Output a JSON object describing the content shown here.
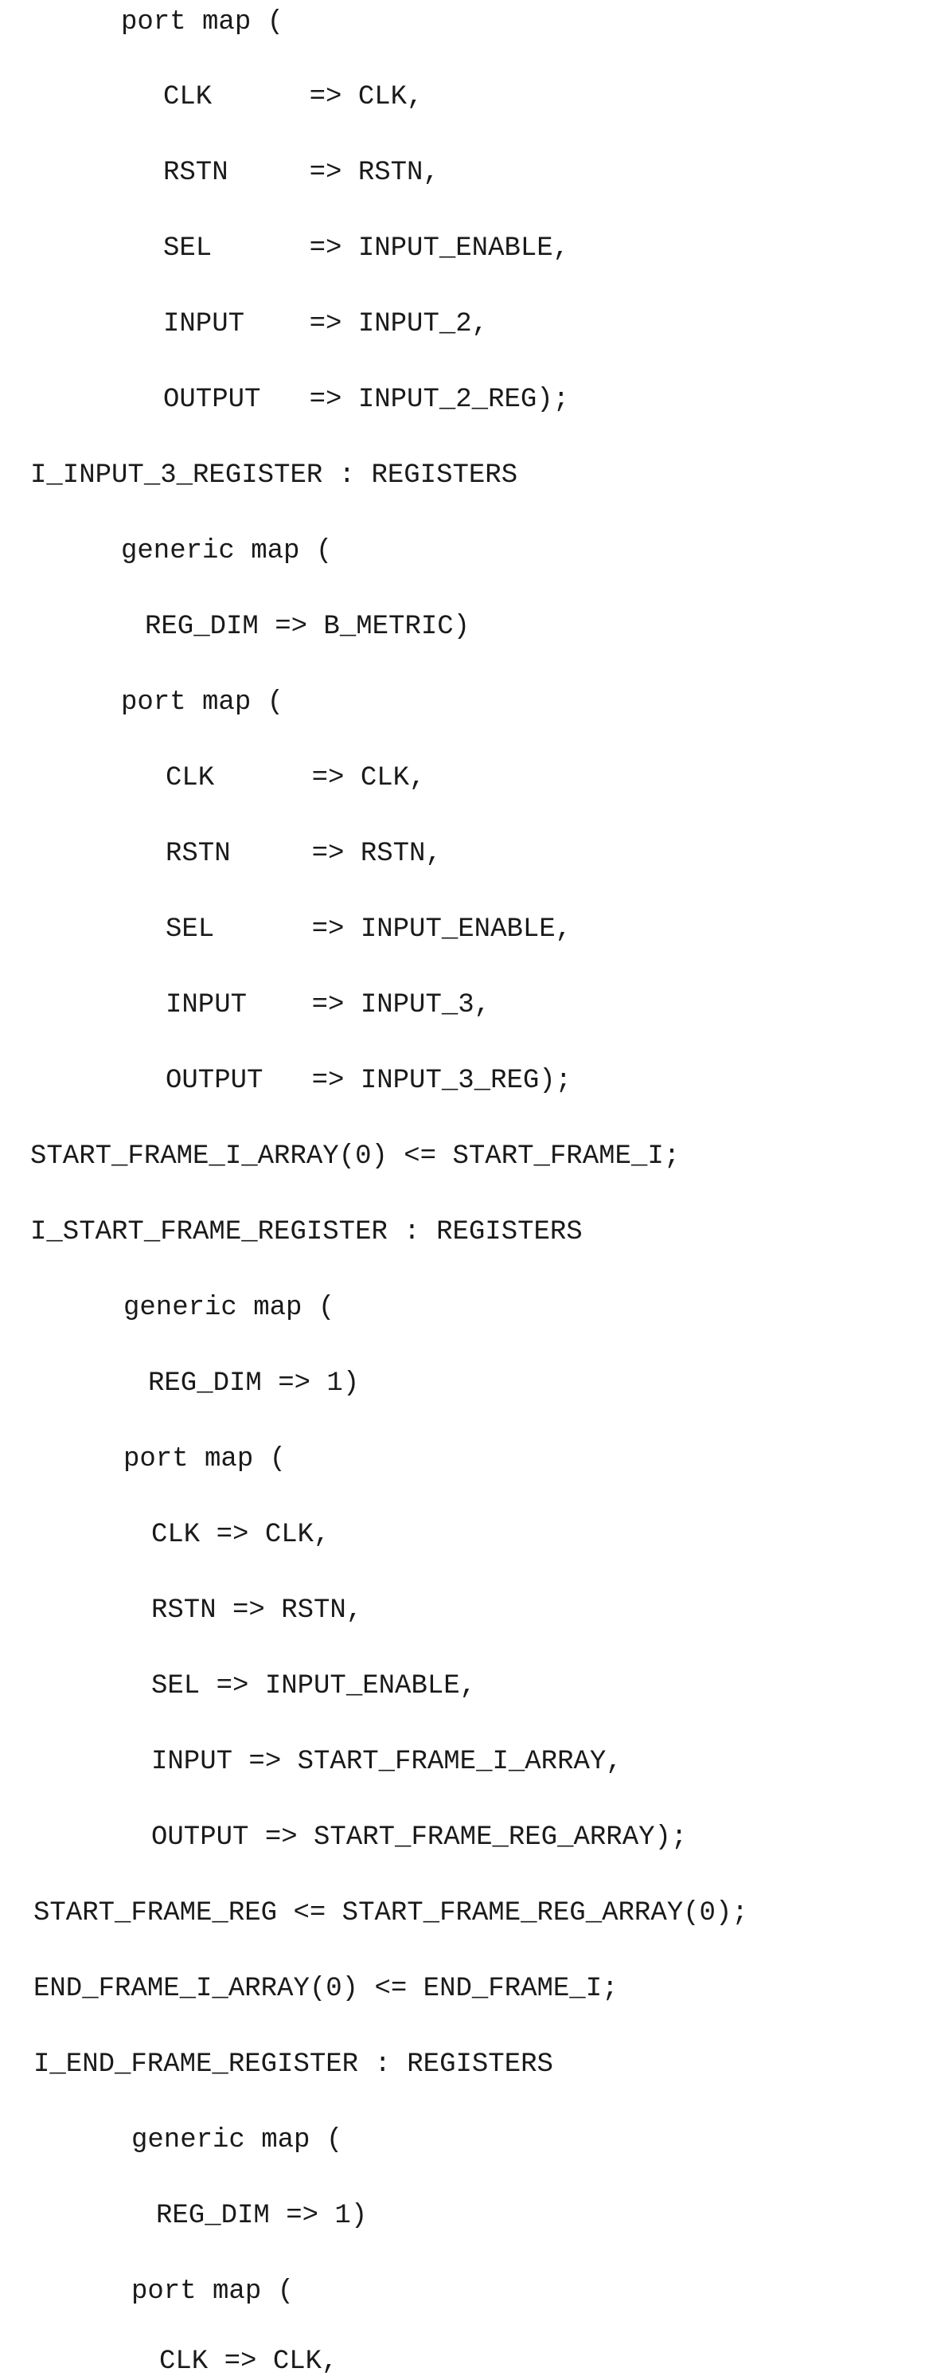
{
  "document": {
    "lines": [
      "port map (",
      "CLK      => CLK,",
      "RSTN     => RSTN,",
      "SEL      => INPUT_ENABLE,",
      "INPUT    => INPUT_2,",
      "OUTPUT   => INPUT_2_REG);",
      "I_INPUT_3_REGISTER : REGISTERS",
      "generic map (",
      "REG_DIM => B_METRIC)",
      "port map (",
      "CLK      => CLK,",
      "RSTN     => RSTN,",
      "SEL      => INPUT_ENABLE,",
      "INPUT    => INPUT_3,",
      "OUTPUT   => INPUT_3_REG);",
      "START_FRAME_I_ARRAY(0) <= START_FRAME_I;",
      "I_START_FRAME_REGISTER : REGISTERS",
      "generic map (",
      "REG_DIM => 1)",
      "port map (",
      "CLK => CLK,",
      "RSTN => RSTN,",
      "SEL => INPUT_ENABLE,",
      "INPUT => START_FRAME_I_ARRAY,",
      "OUTPUT => START_FRAME_REG_ARRAY);",
      "START_FRAME_REG <= START_FRAME_REG_ARRAY(0);",
      "END_FRAME_I_ARRAY(0) <= END_FRAME_I;",
      "I_END_FRAME_REGISTER : REGISTERS",
      "generic map (",
      "REG_DIM => 1)",
      "port map (",
      "CLK => CLK,"
    ]
  }
}
